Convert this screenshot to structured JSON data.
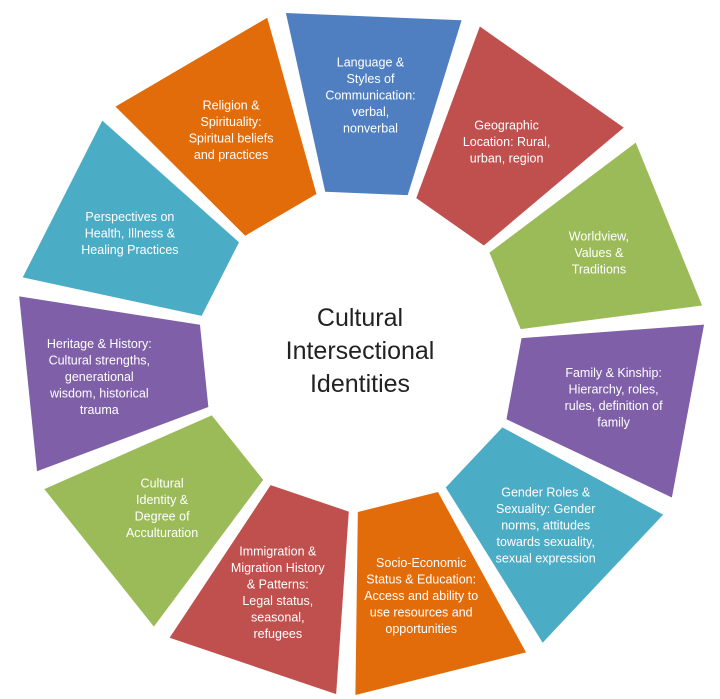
{
  "center": {
    "lines": [
      "Cultural",
      "Intersectional",
      "Identities"
    ]
  },
  "segments": [
    {
      "lines": [
        "Language &",
        "Styles of",
        "Communication:",
        "verbal,",
        "nonverbal"
      ],
      "color": "#4f7fc1"
    },
    {
      "lines": [
        "Geographic",
        "Location: Rural,",
        "urban, region"
      ],
      "color": "#c0504d"
    },
    {
      "lines": [
        "Worldview,",
        "Values &",
        "Traditions"
      ],
      "color": "#9bbb59"
    },
    {
      "lines": [
        "Family & Kinship:",
        "Hierarchy, roles,",
        "rules, definition of",
        "family"
      ],
      "color": "#7f5fa8"
    },
    {
      "lines": [
        "Gender Roles &",
        "Sexuality: Gender",
        "norms, attitudes",
        "towards sexuality,",
        "sexual expression"
      ],
      "color": "#4bacc6"
    },
    {
      "lines": [
        "Socio-Economic",
        "Status & Education:",
        "Access and ability to",
        "use resources and",
        "opportunities"
      ],
      "color": "#e36c0a"
    },
    {
      "lines": [
        "Immigration &",
        "Migration History",
        "& Patterns:",
        "Legal status,",
        "seasonal,",
        "refugees"
      ],
      "color": "#c0504d"
    },
    {
      "lines": [
        "Cultural",
        "Identity &",
        "Degree of",
        "Acculturation"
      ],
      "color": "#9bbb59"
    },
    {
      "lines": [
        "Heritage & History:",
        "Cultural strengths,",
        "generational",
        "wisdom, historical",
        "trauma"
      ],
      "color": "#7f5fa8"
    },
    {
      "lines": [
        "Perspectives on",
        "Health, Illness &",
        "Healing Practices"
      ],
      "color": "#4bacc6"
    },
    {
      "lines": [
        "Religion &",
        "Spirituality:",
        "Spiritual beliefs",
        "and practices"
      ],
      "color": "#e36c0a"
    }
  ]
}
